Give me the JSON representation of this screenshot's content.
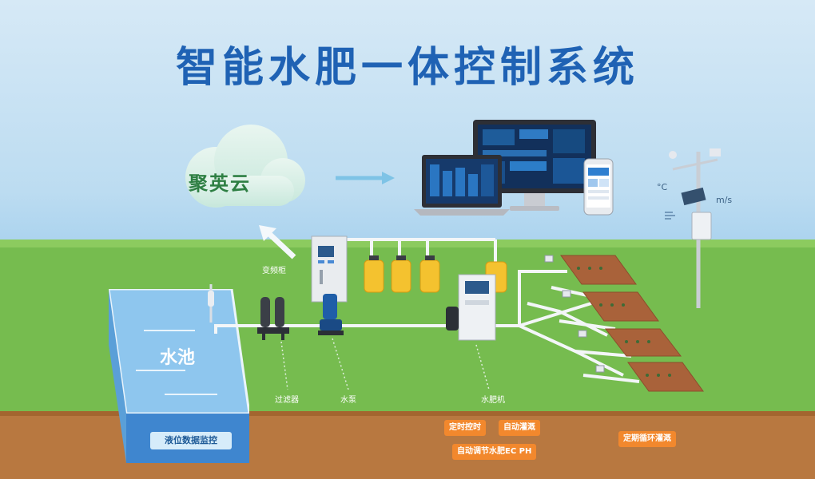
{
  "title": "智能水肥一体控制系统",
  "cloud": {
    "label": "聚英云"
  },
  "pool": {
    "label": "水池",
    "monitor_label": "液位数据监控"
  },
  "equipment_labels": {
    "control_cabinet": "变频柜",
    "filter": "过滤器",
    "pump": "水泵",
    "fertilizer_machine": "水肥机"
  },
  "badges": {
    "timed_irrigation": "定时控时",
    "auto_irrigation": "自动灌溉",
    "auto_adjust": "自动调节水肥EC PH",
    "cycle_irrigation": "定期循环灌溉"
  },
  "weather": {
    "temp_unit": "°C",
    "wind_unit": "m/s"
  },
  "colors": {
    "title": "#1f62b4",
    "grass": "#76bc4f",
    "soil": "#b87840",
    "pool": "#4a90d9",
    "badge": "#f2882d",
    "cloud_text": "#2e7f43"
  }
}
